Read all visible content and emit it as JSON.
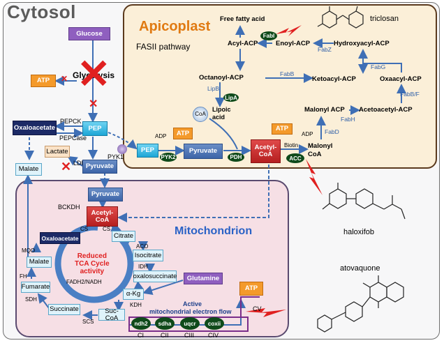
{
  "compartments": {
    "cytosol": "Cytosol",
    "apicoplast": "Apicoplast",
    "apicoplast_sub": "FASII pathway",
    "mitochondrion": "Mitochondrion"
  },
  "cytosol": {
    "glucose": "Glucose",
    "glycolysis": "Glycolysis",
    "atp": "ATP",
    "oxaloacetate": "Oxaloacetate",
    "pepck": "PEPCK",
    "pepcase": "PEPCase",
    "pep": "PEP",
    "lactate": "Lactate",
    "ldh": "LDH",
    "malate": "Malate",
    "pyruvate": "Pyruvate",
    "pyk1": "PYK1"
  },
  "apicoplast": {
    "free_fatty_acid": "Free fatty acid",
    "fabi": "FabI",
    "acyl_acp": "Acyl-ACP",
    "enoyl_acp": "Enoyl-ACP",
    "fabz": "FabZ",
    "hydroxyacyl_acp": "Hydroxyacyl-ACP",
    "octanoyl_acp": "Octanoyl-ACP",
    "fabb": "FabB",
    "ketoacyl_acp": "Ketoacyl-ACP",
    "fabg": "FabG",
    "oxaacyl_acp": "Oxaacyl-ACP",
    "lipb": "LipB",
    "lipa": "LipA",
    "coa": "CoA",
    "lipoic_acid": "Lipoic\nacid",
    "fabbf": "FabB/F",
    "malonyl_acp": "Malonyl ACP",
    "acetoacetyl_acp": "Acetoacetyl-ACP",
    "fabh": "FabH",
    "atp": "ATP",
    "adp": "ADP",
    "pep": "PEP",
    "adp2": "ADP",
    "atp2": "ATP",
    "pyk2": "PYK2",
    "pyruvate": "Pyruvate",
    "pdh": "PDH",
    "acetyl_coa": "Acetyl-\nCoA",
    "biotin": "Biotin",
    "acc": "ACC",
    "fabd": "FabD",
    "malonyl_coa": "Malonyl\nCoA"
  },
  "mitochondrion": {
    "pyruvate": "Pyruvate",
    "bckdh": "BCKDH",
    "acetyl_coa": "Acetyl-\nCoA",
    "cs1": "CS",
    "cs2": "CS",
    "oxaloacetate": "Oxaloacetate",
    "citrate": "Citrate",
    "mqo": "MQO",
    "aco": "ACO",
    "isocitrate": "Isocitrate",
    "reduced": "Reduced\nTCA Cycle\nactivity",
    "fadh": "FADH2/NADH",
    "malate": "Malate",
    "idh": "IDH",
    "oxalosuccinate": "oxalosuccinate",
    "fh": "FH",
    "fumarate": "Fumarate",
    "glutamine": "Glutamine",
    "akg": "α-Kg",
    "sdh": "SDH",
    "succinate": "Succinate",
    "kdh": "KDH",
    "suc_coa": "Suc-CoA",
    "scs": "SCS",
    "active": "Active",
    "etc": "mitochondrial  electron flow",
    "ndh2": "ndh2",
    "sdha": "sdha",
    "uqcr": "uqcr",
    "coxii": "coxii",
    "ci": "CI",
    "cii": "CII",
    "ciii": "CIII",
    "civ": "CIV",
    "cv": "CV",
    "atp": "ATP"
  },
  "drugs": {
    "triclosan": "triclosan",
    "haloxifob": "haloxifob",
    "atovaquone": "atovaquone"
  },
  "colors": {
    "inhibition": "#e02020",
    "enzyme_oval": "#0f4a1a",
    "arrow_blue": "#3f6fb5",
    "mito_title": "#2a62c6",
    "apicoplast_title": "#e07a12"
  }
}
